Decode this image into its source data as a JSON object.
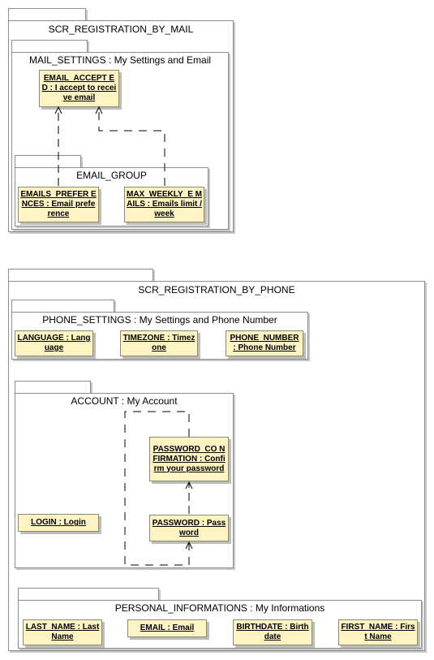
{
  "mail": {
    "title": "SCR_REGISTRATION_BY_MAIL",
    "settings": {
      "title": "MAIL_SETTINGS : My Settings and Email",
      "accepted": "EMAIL_ACCEPT ED : I accept to receive email"
    },
    "group": {
      "title": "EMAIL_GROUP",
      "preferences": "EMAILS_PREFER ENCES : Email preference",
      "weekly": "MAX_WEEKLY_E MAILS : Emails limit / week"
    }
  },
  "phone": {
    "title": "SCR_REGISTRATION_BY_PHONE",
    "settings": {
      "title": "PHONE_SETTINGS : My Settings and Phone Number",
      "language": "LANGUAGE : Language",
      "timezone": "TIMEZONE : Timezone",
      "phone_number": "PHONE_NUMBER : Phone Number"
    },
    "account": {
      "title": "ACCOUNT : My Account",
      "password_confirmation": "PASSWORD_CO NFIRMATION : Confirm your password",
      "login": "LOGIN : Login",
      "password": "PASSWORD : Password"
    },
    "personal": {
      "title": "PERSONAL_INFORMATIONS : My Informations",
      "last_name": "LAST_NAME : Last Name",
      "email": "EMAIL : Email",
      "birthdate": "BIRTHDATE : Birth date",
      "first_name": "FIRST_NAME : First Name"
    }
  },
  "colors": {
    "attribute_fill": "#fdf3c3",
    "package_border": "#8c8c8c",
    "link_stroke": "#000000"
  }
}
